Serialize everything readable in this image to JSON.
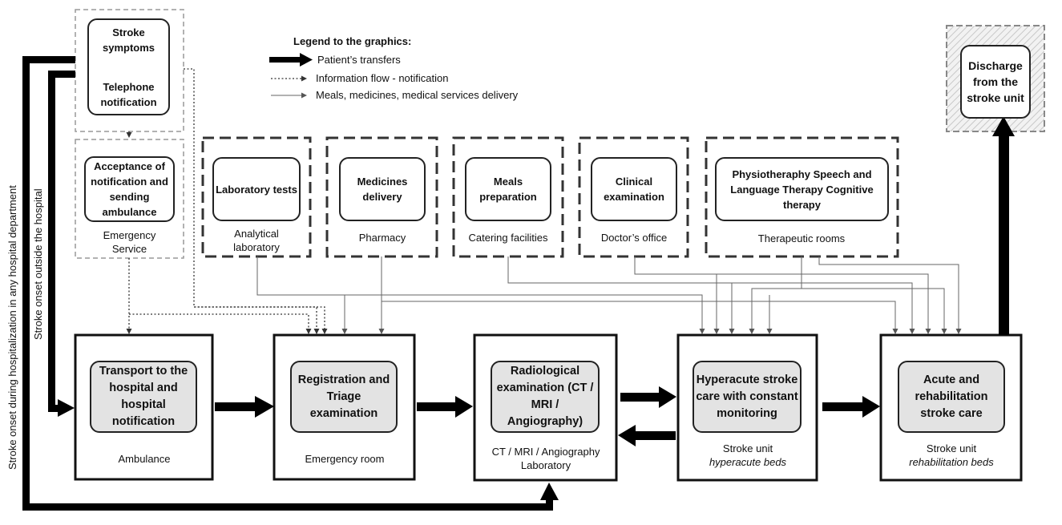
{
  "legend": {
    "title": "Legend to the graphics:",
    "transfer": "Patient’s transfers",
    "info": "Information flow - notification",
    "delivery": "Meals, medicines, medical services delivery"
  },
  "side_labels": {
    "during": "Stroke onset during hospitalization in any hospital department",
    "outside": "Stroke onset outside the hospital"
  },
  "symptoms": {
    "top": "Stroke symptoms",
    "bottom": "Telephone notification"
  },
  "emergency": {
    "inner": "Acceptance of notification and sending ambulance",
    "caption": "Emergency Service"
  },
  "discharge": {
    "inner": "Discharge from the stroke unit"
  },
  "services": [
    {
      "inner": "Laboratory tests",
      "caption": "Analytical laboratory"
    },
    {
      "inner": "Medicines delivery",
      "caption": "Pharmacy"
    },
    {
      "inner": "Meals preparation",
      "caption": "Catering facilities"
    },
    {
      "inner": "Clinical examination",
      "caption": "Doctor’s office"
    },
    {
      "inner": "Physiotheraphy Speech and Language Therapy Cognitive therapy",
      "caption": "Therapeutic rooms"
    }
  ],
  "stages": [
    {
      "inner": "Transport to the hospital and hospital notification",
      "caption": "Ambulance",
      "caption2": ""
    },
    {
      "inner": "Registration and Triage examination",
      "caption": "Emergency room",
      "caption2": ""
    },
    {
      "inner": "Radiological examination (CT / MRI / Angiography)",
      "caption": "CT / MRI / Angiography Laboratory",
      "caption2": ""
    },
    {
      "inner": "Hyperacute stroke care with constant monitoring",
      "caption": "Stroke unit",
      "caption2": "hyperacute beds"
    },
    {
      "inner": "Acute and rehabilitation stroke care",
      "caption": "Stroke unit",
      "caption2": "rehabilitation beds"
    }
  ]
}
